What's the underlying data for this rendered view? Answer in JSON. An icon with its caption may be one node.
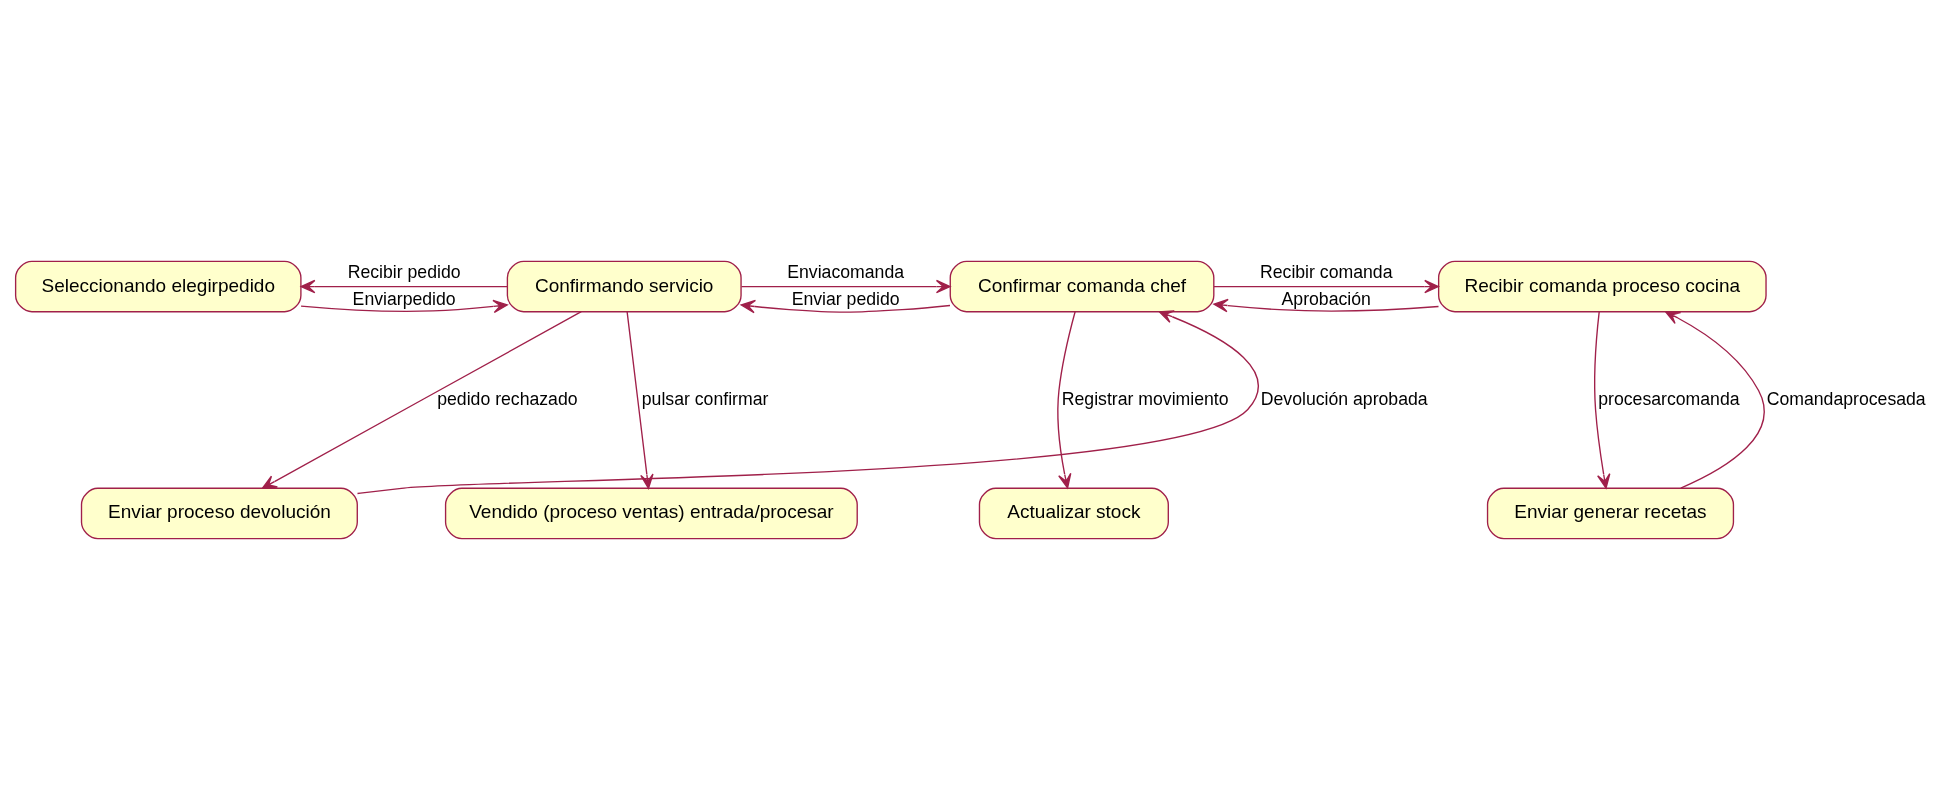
{
  "diagram": {
    "nodes": [
      {
        "text": [
          "Seleccionando elegirpedido"
        ]
      },
      {
        "text": [
          "Confirmando servicio"
        ]
      },
      {
        "text": [
          "Confirmar comanda chef"
        ]
      },
      {
        "text": [
          "Recibir comanda proceso cocina"
        ]
      },
      {
        "text": [
          "Enviar proceso devolución"
        ]
      },
      {
        "text": [
          "Vendido (proceso ventas) entrada/procesar"
        ]
      },
      {
        "text": [
          "Actualizar stock"
        ]
      },
      {
        "text": [
          "Enviar generar recetas"
        ]
      }
    ],
    "edges": [
      {
        "from": 0,
        "to": 1,
        "arrow": "to",
        "label": "Enviarpedido"
      },
      {
        "from": 1,
        "to": 0,
        "arrow": "to",
        "label": "Recibir pedido"
      },
      {
        "from": 1,
        "to": 2,
        "arrow": "to",
        "label": "Enviacomanda"
      },
      {
        "from": 2,
        "to": 1,
        "arrow": "to",
        "label": "Enviar pedido"
      },
      {
        "from": 2,
        "to": 3,
        "arrow": "to",
        "label": "Recibir comanda"
      },
      {
        "from": 3,
        "to": 2,
        "arrow": "to",
        "label": "Aprobación"
      },
      {
        "from": 1,
        "to": 4,
        "arrow": "to",
        "label": "pedido rechazado"
      },
      {
        "from": 1,
        "to": 5,
        "arrow": "to",
        "label": "pulsar confirmar"
      },
      {
        "from": 4,
        "to": 2,
        "arrow": "to",
        "label": "Devolución aprobada"
      },
      {
        "from": 2,
        "to": 6,
        "arrow": "to",
        "label": "Registrar movimiento"
      },
      {
        "from": 3,
        "to": 7,
        "arrow": "to",
        "label": "procesarcomanda"
      },
      {
        "from": 7,
        "to": 3,
        "arrow": "to",
        "label": "Comandaprocesada"
      }
    ]
  }
}
